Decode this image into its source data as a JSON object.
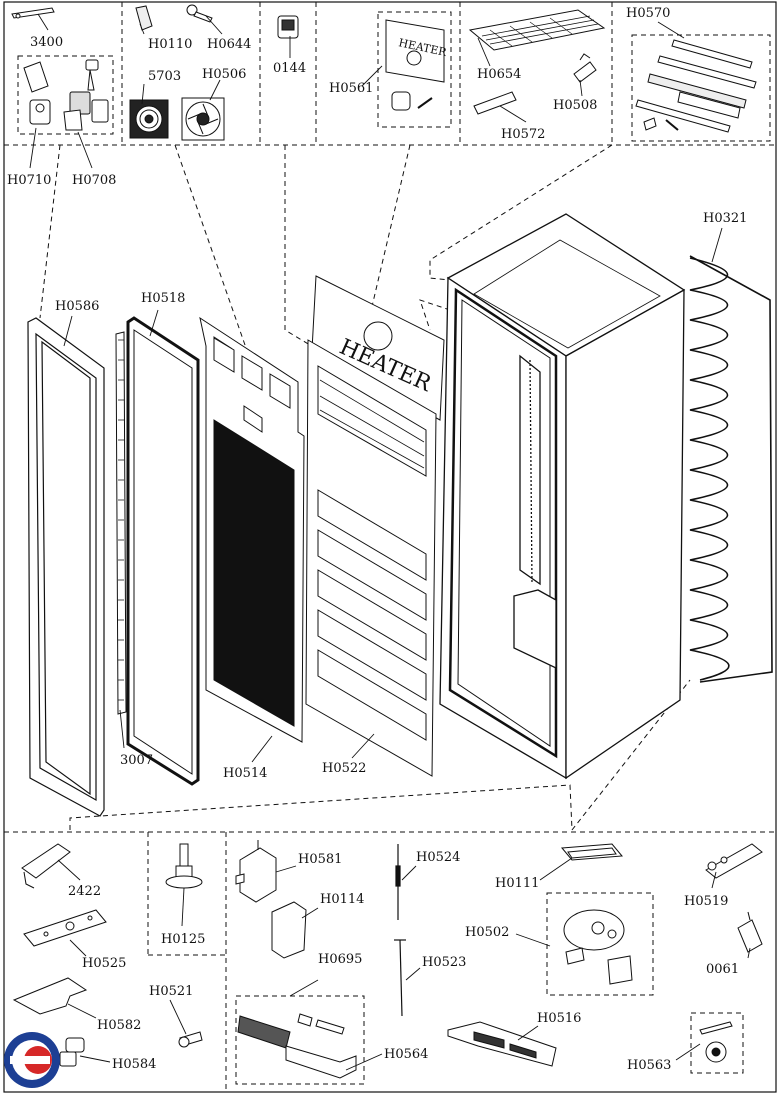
{
  "labels": {
    "p3400": "3400",
    "h0110": "H0110",
    "h0644": "H0644",
    "p0144": "0144",
    "h0561": "H0561",
    "h0654": "H0654",
    "h0570": "H0570",
    "p5703": "5703",
    "h0506": "H0506",
    "h0508": "H0508",
    "h0572": "H0572",
    "h0710": "H0710",
    "h0708": "H0708",
    "h0321": "H0321",
    "h0586": "H0586",
    "h0518": "H0518",
    "p3007": "3007",
    "h0514": "H0514",
    "h0522": "H0522",
    "p2422": "2422",
    "h0525": "H0525",
    "h0582": "H0582",
    "h0584": "H0584",
    "h0125": "H0125",
    "h0521": "H0521",
    "h0581": "H0581",
    "h0114": "H0114",
    "h0695": "H0695",
    "h0564": "H0564",
    "h0524": "H0524",
    "h0523": "H0523",
    "h0111": "H0111",
    "h0502": "H0502",
    "h0516": "H0516",
    "h0519": "H0519",
    "p0061": "0061",
    "h0563": "H0563"
  },
  "heater_sign_text": "HEATER",
  "heater_plate_text": "HEATER",
  "colors": {
    "line": "#111111",
    "logo_red": "#d62828",
    "logo_blue": "#1d3f94"
  }
}
